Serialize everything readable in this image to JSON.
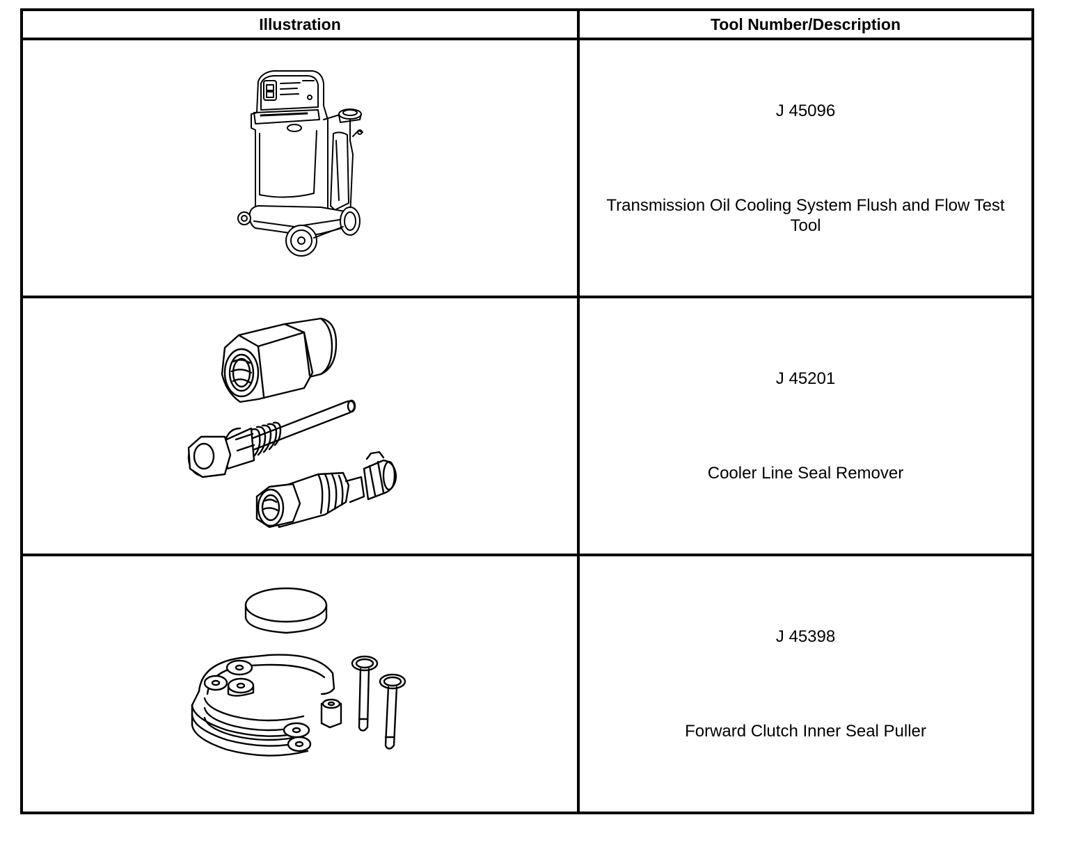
{
  "table": {
    "headers": {
      "illustration": "Illustration",
      "tool": "Tool Number/Description"
    },
    "rows": [
      {
        "tool_number": "J 45096",
        "description": "Transmission Oil Cooling System Flush and Flow Test Tool",
        "illustration_icon": "flush-machine-cart-icon"
      },
      {
        "tool_number": "J 45201",
        "description": "Cooler Line Seal Remover",
        "illustration_icon": "fitting-set-icon"
      },
      {
        "tool_number": "J 45398",
        "description": "Forward Clutch Inner Seal Puller",
        "illustration_icon": "seal-puller-kit-icon"
      }
    ]
  }
}
